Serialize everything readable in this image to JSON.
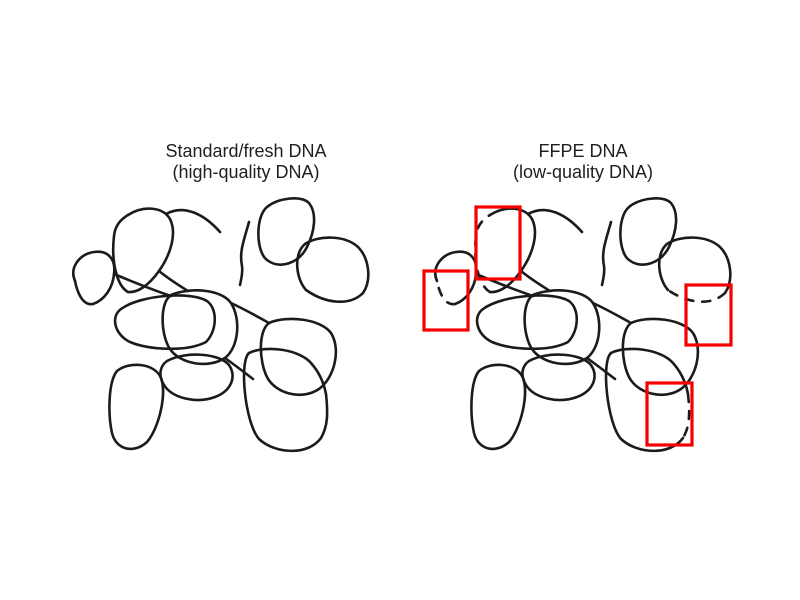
{
  "figure": {
    "background_color": "#ffffff",
    "strand_color": "#1b1b1b",
    "highlight_color": "#f40000",
    "panels": [
      {
        "id": "standard-fresh-dna",
        "title": "Standard/fresh DNA",
        "subtitle": "(high-quality DNA)",
        "strand_state": "intact",
        "break_highlight_count": 0
      },
      {
        "id": "ffpe-dna",
        "title": "FFPE DNA",
        "subtitle": "(low-quality DNA)",
        "strand_state": "fragmented",
        "break_highlight_count": 4
      }
    ]
  }
}
